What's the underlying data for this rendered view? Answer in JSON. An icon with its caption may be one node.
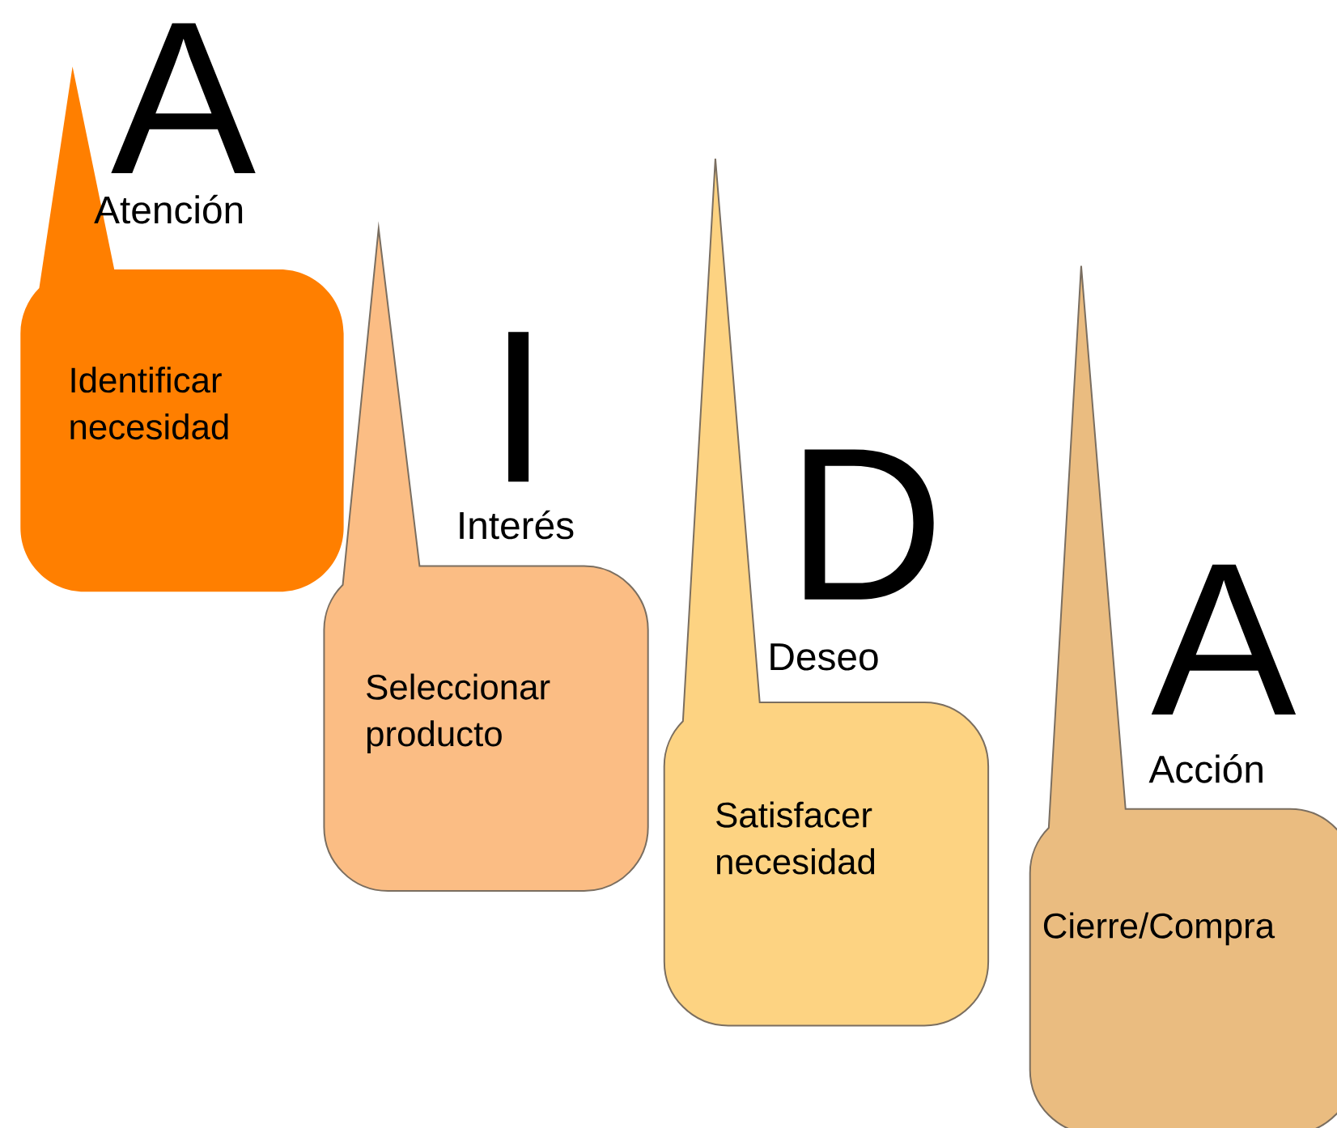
{
  "diagram": {
    "nodes": [
      {
        "text": [
          "Identificar necesidad"
        ]
      },
      {
        "text": [
          "Seleccionar producto"
        ]
      },
      {
        "text": [
          "Satisfacer necesidad"
        ]
      },
      {
        "text": [
          "Cierre/Compra"
        ]
      }
    ],
    "labels": [
      "A",
      "Atención",
      "I",
      "Interés",
      "D",
      "Deseo",
      "A",
      "Acción"
    ]
  }
}
